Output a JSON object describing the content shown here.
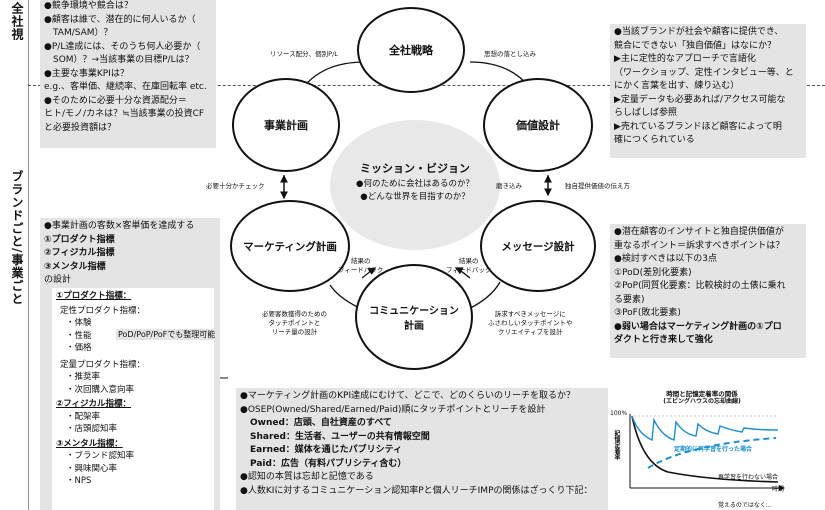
{
  "side_labels": {
    "top": "全社視",
    "bottom": "ブランドごと/事業ごと"
  },
  "circles": {
    "corporate": "全社戦略",
    "business": "事業計画",
    "value": "価値設計",
    "marketing": "マーケティング計画",
    "message": "メッセージ設計",
    "communication": "コミュニケーション\n計画"
  },
  "mission": {
    "title": "ミッション・ビジョン",
    "lines": [
      "●何のために会社はあるのか？",
      "●どんな世界を目指すのか？"
    ]
  },
  "arrow_labels": {
    "resource": "リソース配分、個別P/L",
    "thought": "思想の落とし込み",
    "enough": "必要十分かチェック",
    "polish": "磨き込み",
    "unique_value": "独自提供価値の伝え方",
    "feedback_left": "結果の\nフィードバック",
    "feedback_right": "結果の\nフィードバック",
    "touchpoint_reach": "必要客数獲得のための\nタッチポイントと\nリーチ量の設計",
    "touchpoint_message": "訴求すべきメッセージに\nふさわしいタッチポイントや\nクリエイティブを設計"
  },
  "business_box": [
    "●競争環境や競合は？",
    "●顧客は誰で、潜在的に何人いるか（",
    "　TAM/SAM）？",
    "●P/L達成には、そのうち何人必要か（",
    "　SOM）？→当該事業の目標P/Lは？",
    "●主要な事業KPIは？",
    "e.g.、客単価、継続率、在庫回転率 etc.",
    "●そのために必要十分な資源配分＝",
    "ヒト/モノ/カネは？≒当該事業の投資CF",
    "と必要投資額は？"
  ],
  "value_box": [
    "●当該ブランドが社会や顧客に提供でき、",
    "競合にできない「独自価値」はなにか？",
    "▶主に定性的なアプローチで言語化",
    "（ワークショップ、定性インタビュー等、と",
    "にかく言葉を出す、練り込む）",
    "▶定量データも必要あれば/アクセス可能な",
    "らしばしば参照",
    "▶売れているブランドほど顧客によって明",
    "確につくられている"
  ],
  "message_box": [
    "●潜在顧客のインサイトと独自提供価値が",
    "重なるポイント＝訴求すべきポイントは？",
    "●検討すべきは以下の3点",
    "①PoD(差別化要素)",
    "②PoP(同質化要素：比較検討の土俵に乗れ",
    "る要素)",
    "③PoF(敗北要素)",
    "●弱い場合はマーケティング計画の①プロ",
    "ダクトと行き来して強化"
  ],
  "marketing_box": {
    "head": [
      "●事業計画の客数×客単価を達成する",
      "①プロダクト指標",
      "②フィジカル指標",
      "③メンタル指標",
      "の設計"
    ],
    "product_title": "①プロダクト指標：",
    "qual_title": "定性プロダクト指標：",
    "qual_items": [
      "・体験",
      "・性能",
      "・価格"
    ],
    "pod_note": "PoD/PoP/PoFでも整理可能",
    "quant_title": "定量プロダクト指標：",
    "quant_items": [
      "・推奨率",
      "・次回購入意向率"
    ],
    "physical_title": "②フィジカル指標：",
    "physical_items": [
      "・配架率",
      "・店頭認知率"
    ],
    "mental_title": "③メンタル指標：",
    "mental_items": [
      "・ブランド認知率",
      "・興味関心率",
      "・NPS"
    ]
  },
  "comm_box": [
    "●マーケティング計画のKPI達成にむけて、どこで、どのくらいのリーチを取るか？",
    "●OSEP(Owned/Shared/Earned/Paid)順にタッチポイントとリーチを設計",
    "Owned：店頭、自社資産のすべて",
    "Shared：生活者、ユーザーの共有情報空間",
    "Earned：媒体を通じたパブリシティ",
    "Paid：広告（有料パブリシティ含む）",
    "●認知の本質は忘却と記憶である",
    "●人数KIに対するコミュニケーション認知率Pと個人リーチIMPの関係はざっくり下記："
  ],
  "mini_chart": {
    "title": "時間と記憶定着率の関係",
    "subtitle": "(エビングハウスの忘却曲線)",
    "y_tick": "100%",
    "ylabel": "記憶定着率",
    "xlabel": "時間",
    "note_repeat": "定期的に再学習を行った場合",
    "note_none": "再学習を行わない場合",
    "cut_text": "覚えるのではなく…"
  },
  "colors": {
    "box": "#e4e4e4",
    "accent": "#1a8fd6",
    "line": "#111111"
  }
}
